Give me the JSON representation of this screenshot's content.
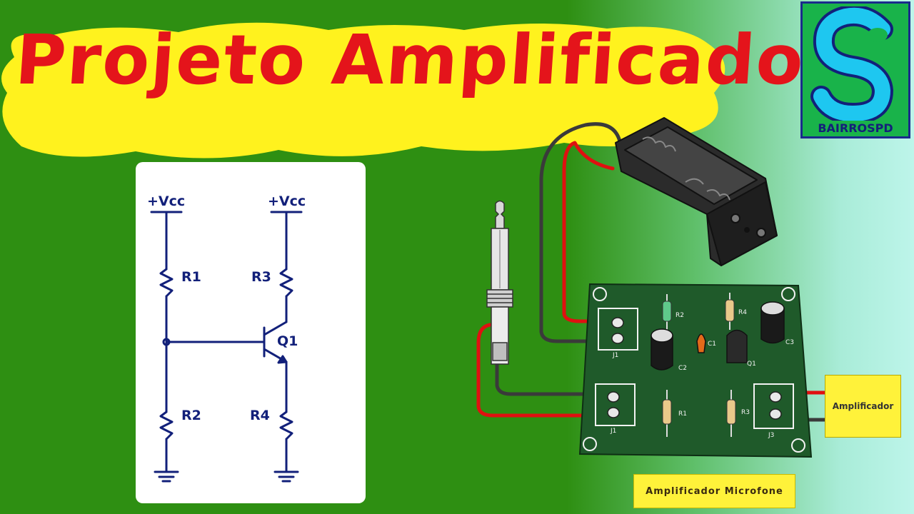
{
  "title": "Projeto Amplificador",
  "logo": {
    "letter": "S",
    "label": "BAIRROSPD"
  },
  "schematic": {
    "vcc_left": "+Vcc",
    "vcc_right": "+Vcc",
    "r1": "R1",
    "r2": "R2",
    "r3": "R3",
    "r4": "R4",
    "q1": "Q1"
  },
  "pcb": {
    "j1_top": "J1",
    "j1_bottom": "J1",
    "j3": "J3",
    "r1": "R1",
    "r2": "R2",
    "r3": "R3",
    "r4": "R4",
    "c1": "C1",
    "c2": "C2",
    "c3": "C3",
    "q1": "Q1"
  },
  "output_label": "Amplificador",
  "caption": "Amplificador Microfone",
  "colors": {
    "background": "#2e8f12",
    "title": "#e4141b",
    "highlight": "#fff23a",
    "ink": "#12207a",
    "pcb": "#1f5a2a"
  }
}
